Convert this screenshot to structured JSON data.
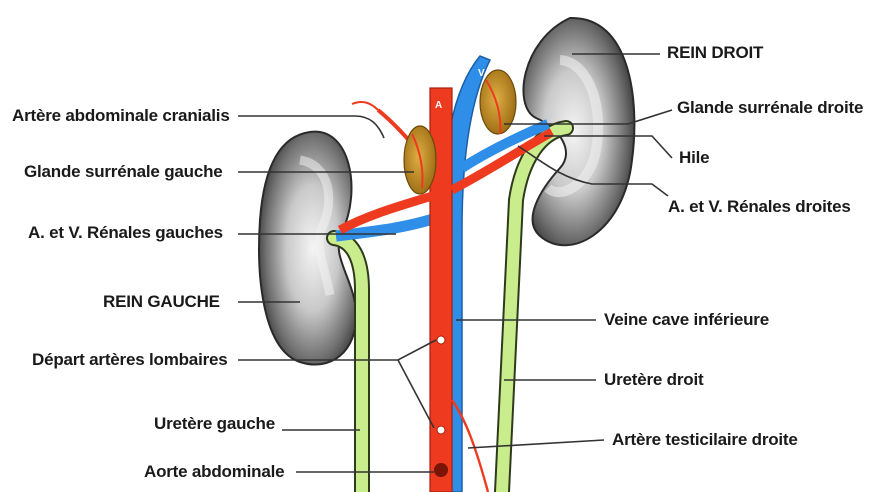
{
  "labels": {
    "art_abd_cranialis": "Artère abdominale cranialis",
    "glande_surr_gauche": "Glande surrénale gauche",
    "av_renales_gauches": "A. et V. Rénales gauches",
    "rein_gauche": "REIN GAUCHE",
    "depart_lombaires": "Départ artères lombaires",
    "uretere_gauche": "Uretère gauche",
    "aorte_abdominale": "Aorte abdominale",
    "rein_droit": "REIN DROIT",
    "glande_surr_droite": "Glande surrénale droite",
    "hile": "Hile",
    "av_renales_droites": "A. et V. Rénales droites",
    "veine_cave_inf": "Veine cave inférieure",
    "uretere_droit": "Uretère droit",
    "art_testiculaire_droite": "Artère testicilaire droite"
  },
  "vessel_marks": {
    "aorta_top": "A",
    "vena_cava_top": "V"
  },
  "colors": {
    "artery": "#ee3a1f",
    "vein": "#2f8ee8",
    "ureter": "#c9ec8c",
    "adrenal": "#c8911e",
    "kidney_dark": "#3d3d3d",
    "kidney_light": "#e4e4e4"
  }
}
